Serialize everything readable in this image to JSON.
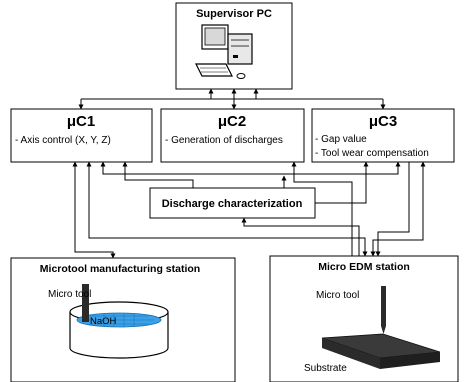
{
  "supervisor": {
    "title": "Supervisor PC"
  },
  "controllers": [
    {
      "title": "μC1",
      "lines": [
        "- Axis control (X, Y, Z)"
      ]
    },
    {
      "title": "μC2",
      "lines": [
        "- Generation of discharges"
      ]
    },
    {
      "title": "μC3",
      "lines": [
        "- Gap value",
        "- Tool wear compensation"
      ]
    }
  ],
  "discharge": {
    "title": "Discharge characterization"
  },
  "microtool_station": {
    "title": "Microtool manufacturing station",
    "tool_label": "Micro tool",
    "liquid_label": "NaOH"
  },
  "edm_station": {
    "title": "Micro EDM station",
    "tool_label": "Micro tool",
    "substrate_label": "Substrate"
  },
  "colors": {
    "line": "#000000",
    "liquid": "#3aa0e8",
    "substrate_top": "#3a3a3a",
    "substrate_side": "#1f1f1f",
    "tool": "#2a2a2a"
  }
}
